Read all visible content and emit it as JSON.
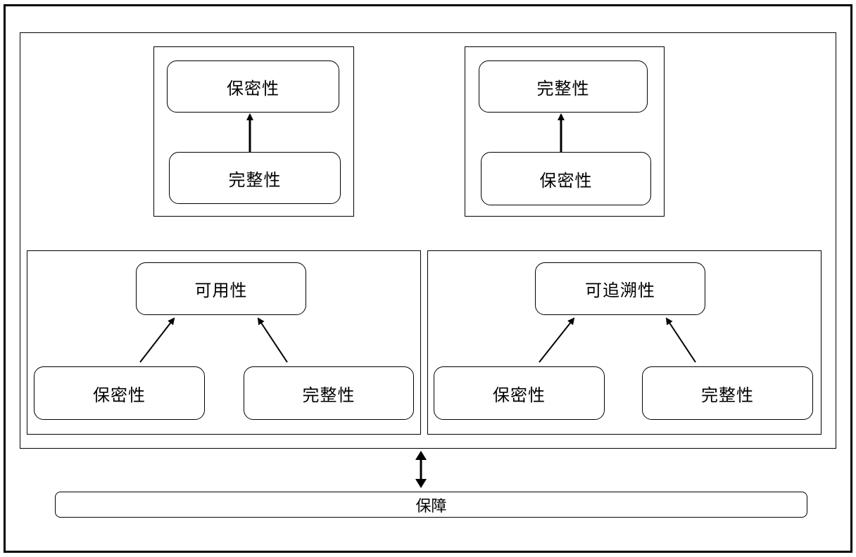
{
  "groups": {
    "top_left": {
      "top": "保密性",
      "bottom": "完整性"
    },
    "top_right": {
      "top": "完整性",
      "bottom": "保密性"
    },
    "bottom_left": {
      "top": "可用性",
      "left": "保密性",
      "right": "完整性"
    },
    "bottom_right": {
      "top": "可追溯性",
      "left": "保密性",
      "right": "完整性"
    }
  },
  "foundation": {
    "label": "保障"
  }
}
